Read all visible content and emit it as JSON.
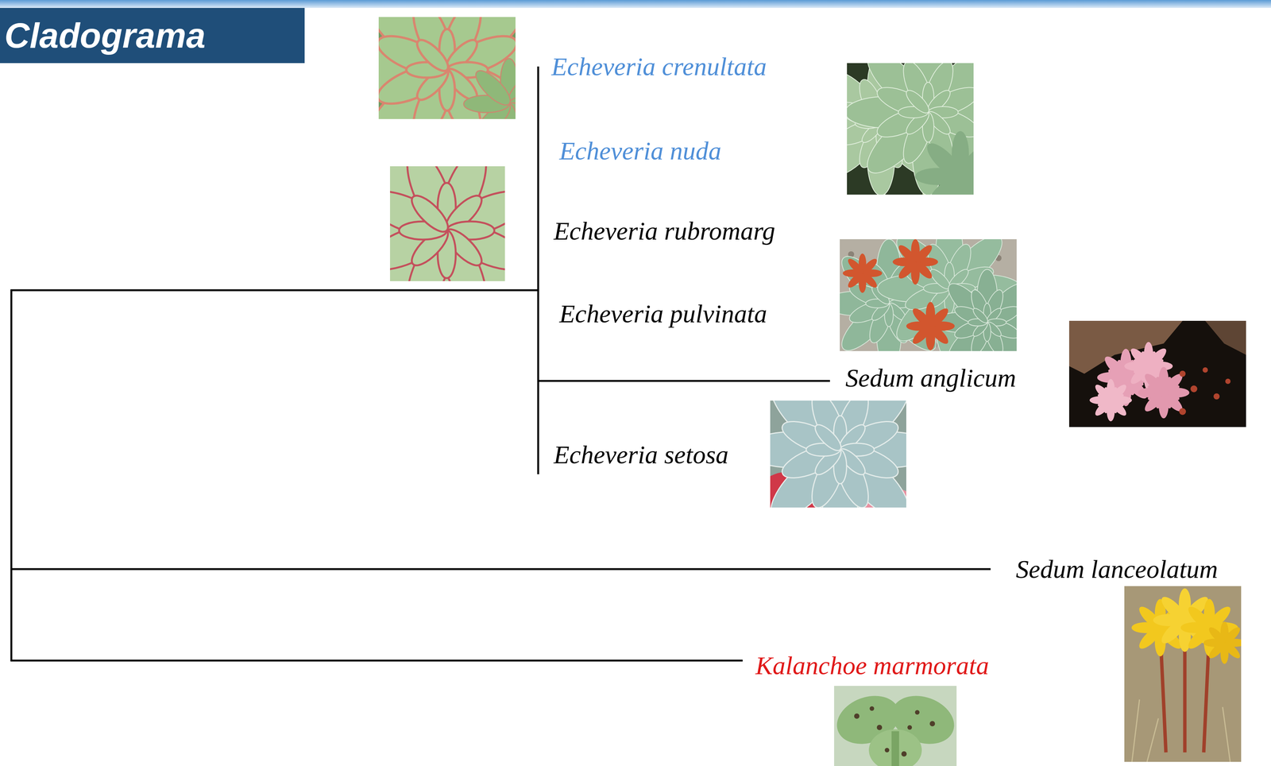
{
  "diagram": {
    "title": "Cladograma",
    "labels": [
      "Echeveria crenultata",
      "Echeveria nuda",
      "Echeveria rubromarg",
      "Echeveria pulvinata",
      "Sedum anglicum",
      "Echeveria setosa",
      "Sedum lanceolatum",
      "Kalanchoe marmorata"
    ]
  }
}
